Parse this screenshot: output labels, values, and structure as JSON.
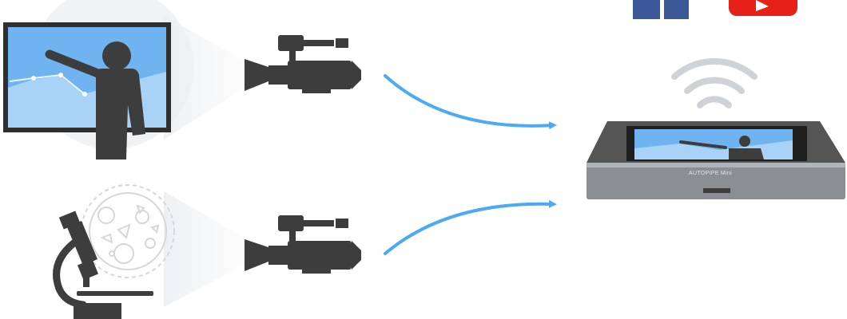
{
  "diagram": {
    "sources": [
      {
        "id": "presentation",
        "kind": "presenter-at-screen"
      },
      {
        "id": "microscope",
        "kind": "microscope-with-specimen"
      }
    ],
    "cameras": [
      {
        "id": "camera-top",
        "kind": "video-camera"
      },
      {
        "id": "camera-bottom",
        "kind": "video-camera"
      }
    ],
    "device": {
      "label": "AUTOPIPE Mini",
      "screen_content": "presenter-at-screen"
    },
    "signals": [
      "wifi"
    ],
    "destinations": [
      {
        "id": "facebook",
        "icon": "facebook-icon",
        "color": "#3b5998"
      },
      {
        "id": "youtube",
        "icon": "youtube-icon",
        "color": "#e62117"
      }
    ],
    "colors": {
      "arrow": "#4aaaf5",
      "screen_blue": "#6fb4f0",
      "dark_gray": "#3d3d3d",
      "light_gray": "#cfd2d6",
      "halo": "#f1f2f4"
    }
  }
}
